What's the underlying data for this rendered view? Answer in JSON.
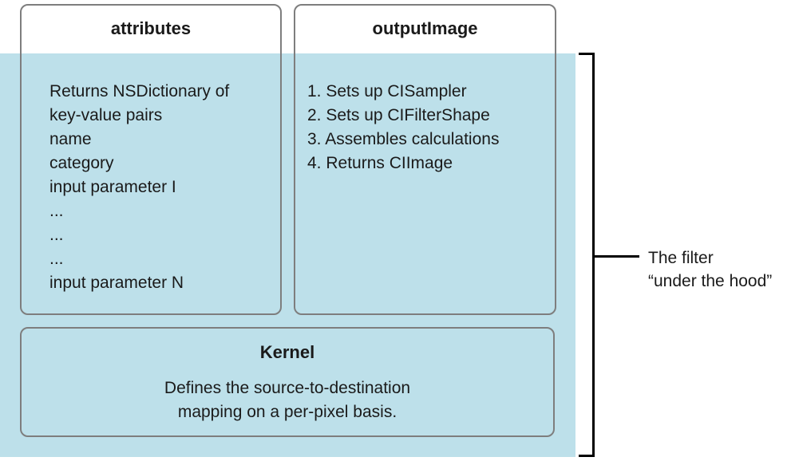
{
  "boxes": {
    "attributes": {
      "title": "attributes",
      "lines": [
        "Returns NSDictionary of",
        "key-value pairs",
        "name",
        "category",
        "input parameter I",
        "...",
        "...",
        "...",
        "input parameter N"
      ]
    },
    "outputImage": {
      "title": "outputImage",
      "steps": [
        "1. Sets up CISampler",
        "2. Sets up CIFilterShape",
        "3. Assembles calculations",
        "4. Returns CIImage"
      ]
    },
    "kernel": {
      "title": "Kernel",
      "description": [
        "Defines the source-to-destination",
        "mapping on a per-pixel basis."
      ]
    }
  },
  "bracket_label": {
    "line1": "The filter",
    "line2": "“under the hood”"
  },
  "colors": {
    "background_blue": "#BDE0EA",
    "box_border_gray": "#7E7E7E",
    "bracket_black": "#000000",
    "text_black": "#1A1A1A"
  }
}
